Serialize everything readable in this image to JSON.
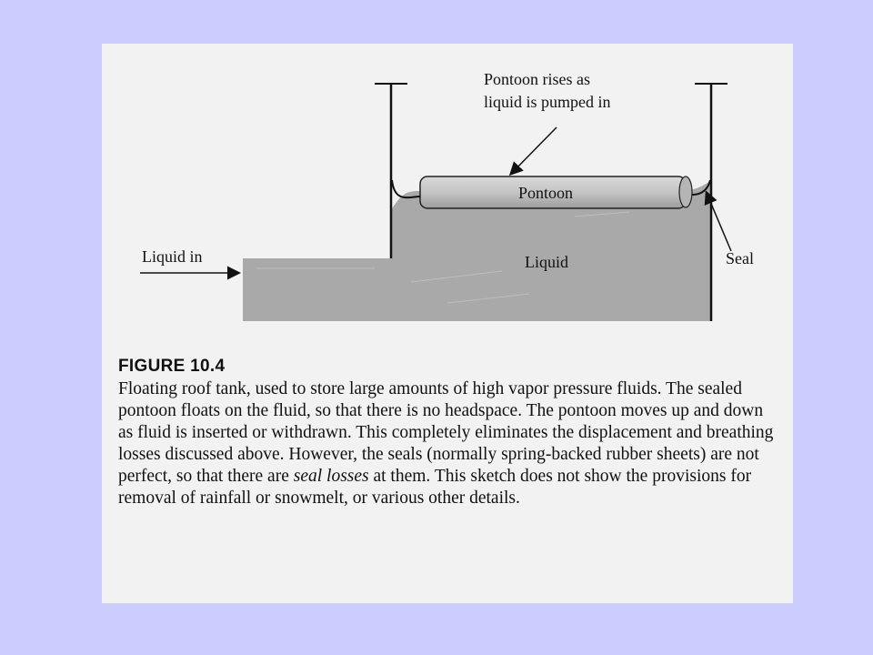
{
  "figure": {
    "labels": {
      "pontoon_rises_line1": "Pontoon rises as",
      "pontoon_rises_line2": "liquid is pumped in",
      "pontoon": "Pontoon",
      "liquid_in": "Liquid in",
      "liquid": "Liquid",
      "seal": "Seal"
    }
  },
  "caption": {
    "figure_number": "FIGURE 10.4",
    "text_part1": "Floating roof tank, used to store large amounts of high vapor pressure fluids. The sealed pontoon floats on the fluid, so that there is no headspace. The pontoon moves up and down as fluid is inserted or withdrawn. This completely eliminates the displacement and breathing losses discussed above. However, the seals (normally spring-backed rubber sheets) are not perfect, so that there are ",
    "text_emphasis": "seal losses",
    "text_part2": " at them. This sketch does not show the provisions for removal of rainfall or snowmelt, or various other details."
  },
  "colors": {
    "background": "#ccccff",
    "page": "#f2f2f2",
    "liquid": "#a9a9a9",
    "pontoon": "#c4c4c4",
    "ink": "#111111"
  }
}
